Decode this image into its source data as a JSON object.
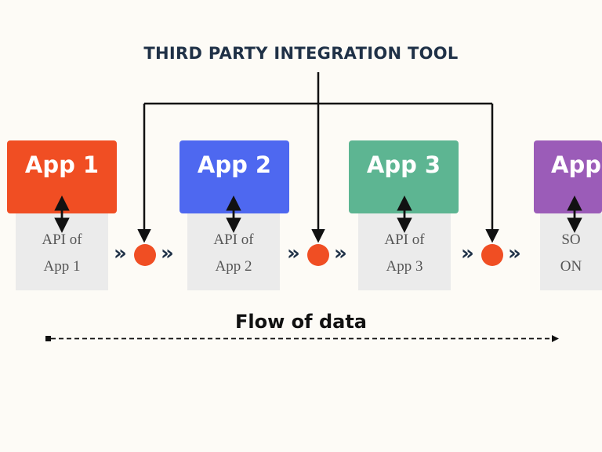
{
  "title": "THIRD PARTY INTEGRATION TOOL",
  "apps": [
    {
      "label": "App 1",
      "color": "#f04e23"
    },
    {
      "label": "App 2",
      "color": "#4e68f0"
    },
    {
      "label": "App 3",
      "color": "#5db592"
    },
    {
      "label": "App",
      "color": "#9b5cb8"
    }
  ],
  "apis": [
    {
      "line1": "API of",
      "line2": "App 1"
    },
    {
      "line1": "API of",
      "line2": "App 2"
    },
    {
      "line1": "API of",
      "line2": "App 3"
    },
    {
      "line1": "SO",
      "line2": "ON"
    }
  ],
  "chevron_glyph": "»",
  "node_color": "#f04e23",
  "line_color": "#111111",
  "flow_label": "Flow of data"
}
